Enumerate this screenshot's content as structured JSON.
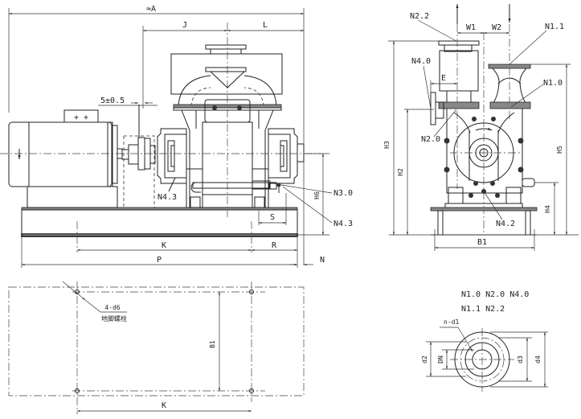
{
  "title": "Liquid ring vacuum pump unit outline drawing",
  "side_view": {
    "dims": {
      "A": "≈A",
      "J": "J",
      "L": "L",
      "gap": "5±0.5",
      "K": "K",
      "R": "R",
      "P": "P",
      "S": "S",
      "N": "N",
      "H6": "H6"
    },
    "labels": {
      "N4_3_left": "N4.3",
      "N3_0": "N3.0",
      "N4_3_right": "N4.3"
    },
    "motor_terminal": "+ +"
  },
  "end_view": {
    "dims": {
      "W1": "W1",
      "W2": "W2",
      "E": "E",
      "H3": "H3",
      "H2": "H2",
      "H5": "H5",
      "H4": "H4",
      "B1": "B1"
    },
    "labels": {
      "N2_2": "N2.2",
      "N1_1": "N1.1",
      "N4_0": "N4.0",
      "N1_0": "N1.0",
      "N2_0": "N2.0",
      "N4_2": "N4.2"
    }
  },
  "plan_view": {
    "bolt_spec": "4-d6",
    "bolt_note": "地脚螺栓",
    "dims": {
      "B1": "B1",
      "K": "K"
    }
  },
  "flange_detail": {
    "header_line1": "N1.0 N2.0 N4.0",
    "header_line2": "N1.1 N2.2",
    "dims": {
      "n_d1": "n-d1",
      "d2": "d2",
      "DN": "DN",
      "d3": "d3",
      "d4": "d4"
    }
  }
}
